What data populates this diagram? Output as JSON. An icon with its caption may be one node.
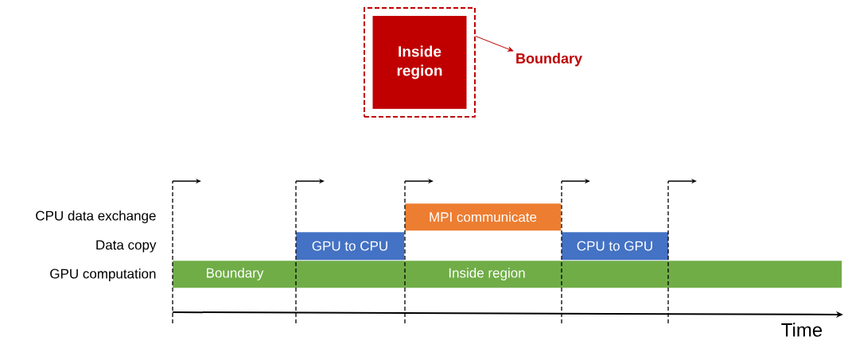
{
  "diagram": {
    "nodes": [
      {
        "text": [],
        "shape": "box"
      },
      {
        "text": [
          "Inside region"
        ],
        "in": 0
      },
      {
        "text": [
          "Boundary"
        ]
      },
      {
        "text": [
          "MPI communicate"
        ]
      },
      {
        "text": [
          "GPU to CPU"
        ]
      },
      {
        "text": [
          "CPU to GPU"
        ]
      },
      {
        "text": [
          "Boundary",
          "Inside region"
        ]
      }
    ],
    "edges": [
      {
        "from": 0,
        "to": 2,
        "arrow": "to",
        "color": "#c00000"
      }
    ],
    "labels": [
      "CPU data exchange",
      "Data copy",
      "GPU computation",
      "Time"
    ]
  }
}
